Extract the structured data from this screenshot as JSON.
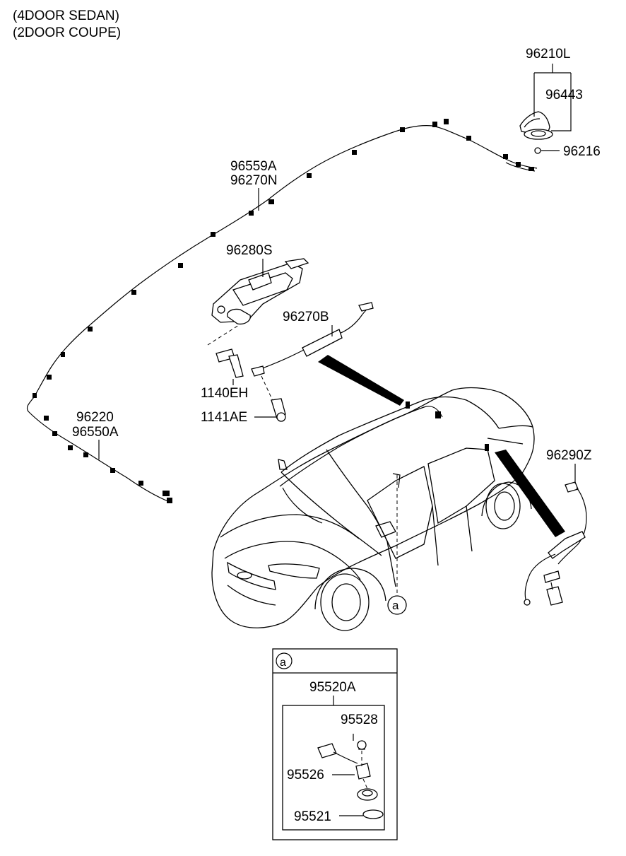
{
  "header": {
    "line1": "(4DOOR SEDAN)",
    "line2": "(2DOOR COUPE)"
  },
  "parts": {
    "p96210L": "96210L",
    "p96443": "96443",
    "p96216": "96216",
    "p96559A": "96559A",
    "p96270N": "96270N",
    "p96280S": "96280S",
    "p96270B": "96270B",
    "p1140EH": "1140EH",
    "p1141AE": "1141AE",
    "p96220": "96220",
    "p96550A": "96550A",
    "p96290Z": "96290Z",
    "p95520A": "95520A",
    "p95528": "95528",
    "p95526": "95526",
    "p95521": "95521"
  },
  "callout": {
    "marker": "a"
  }
}
